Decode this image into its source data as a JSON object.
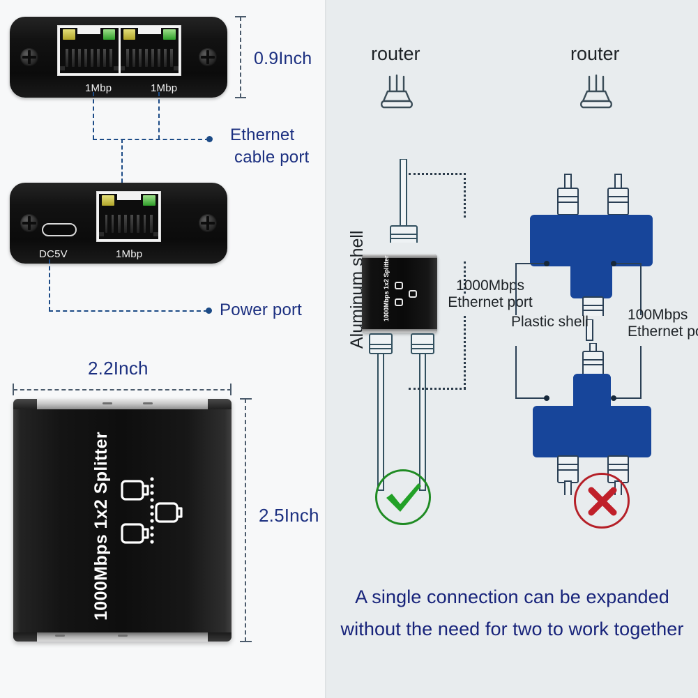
{
  "left_panel": {
    "module_top": {
      "port_labels": [
        "1Mbp",
        "1Mbp"
      ],
      "dimension_height": "0.9Inch",
      "callout": "Ethernet\ncable  port",
      "callout_line1": "Ethernet",
      "callout_line2": "cable  port"
    },
    "module_bottom": {
      "power_label": "DC5V",
      "port_label": "1Mbp",
      "callout": "Power port"
    },
    "product_box": {
      "brand_text": "1000Mbps 1x2 Splitter",
      "dimension_width": "2.2Inch",
      "dimension_height": "2.5Inch"
    }
  },
  "right_panel": {
    "router_left_label": "router",
    "router_right_label": "router",
    "aluminum_shell_label": "Aluminum shell",
    "aluminum_brand_text": "1000Mbps 1x2 Splitter",
    "ethernet_1000_label_line1": "1000Mbps",
    "ethernet_1000_label_line2": "Ethernet port",
    "plastic_shell_label": "Plastic shell",
    "ethernet_100_label_line1": "100Mbps",
    "ethernet_100_label_line2": "Ethernet port",
    "good_mark": "check-mark",
    "bad_mark": "cross-mark",
    "bottom_message_line1": "A single connection can be expanded",
    "bottom_message_line2": "without the need for two to work together"
  },
  "colors": {
    "navy_text": "#17237a",
    "dim_blue": "#1b2f80",
    "leader_blue": "#1b4a86",
    "plastic_blue": "#17459a",
    "good_green": "#1f8b23",
    "bad_red": "#c0202a",
    "panel_left_bg": "#f7f8f9",
    "panel_right_bg": "#e8ecee",
    "led_yellow": "#b0a52a",
    "led_green": "#2f9e2a"
  }
}
